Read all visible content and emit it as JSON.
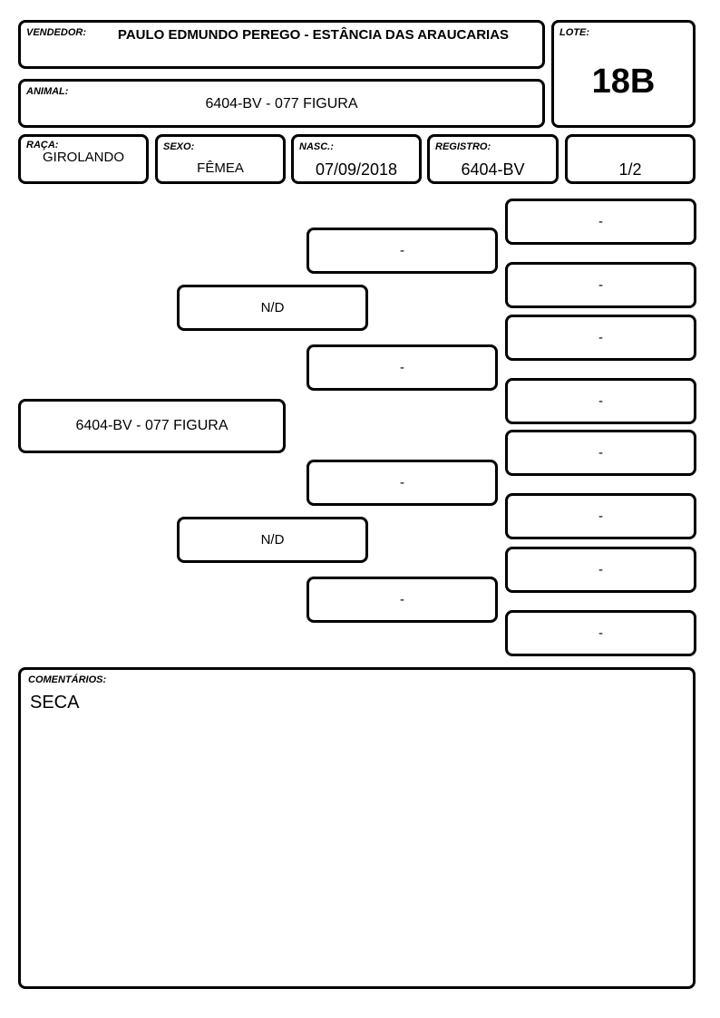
{
  "header": {
    "vendor_label": "VENDEDOR:",
    "vendor": "PAULO EDMUNDO PEREGO - ESTÂNCIA  DAS ARAUCARIAS",
    "lot_label": "LOTE:",
    "lot": "18B",
    "animal_label": "ANIMAL:",
    "animal": "6404-BV - 077 FIGURA"
  },
  "info": {
    "breed_label": "RAÇA:",
    "breed": "GIROLANDO",
    "sex_label": "SEXO:",
    "sex": "FÊMEA",
    "birth_label": "NASC.:",
    "birth": "07/09/2018",
    "registry_label": "REGISTRO:",
    "registry": "6404-BV",
    "ratio": "1/2"
  },
  "pedigree": {
    "animal": "6404-BV - 077 FIGURA",
    "parents": [
      "N/D",
      "N/D"
    ],
    "grandparents": [
      "-",
      "-",
      "-",
      "-"
    ],
    "great_grandparents": [
      "-",
      "-",
      "-",
      "-",
      "-",
      "-",
      "-",
      "-"
    ]
  },
  "comments": {
    "label": "COMENTÁRIOS:",
    "text": "SECA"
  }
}
